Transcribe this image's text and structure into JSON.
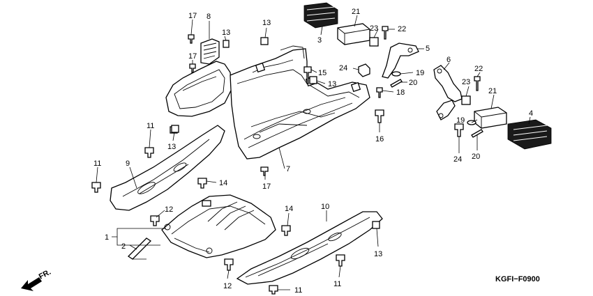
{
  "diagram": {
    "code": "KGFI−F0900",
    "direction_label": "FR.",
    "callouts": [
      {
        "id": "c1",
        "text": "1"
      },
      {
        "id": "c2",
        "text": "2"
      },
      {
        "id": "c3",
        "text": "3"
      },
      {
        "id": "c4",
        "text": "4"
      },
      {
        "id": "c5",
        "text": "5"
      },
      {
        "id": "c6",
        "text": "6"
      },
      {
        "id": "c7",
        "text": "7"
      },
      {
        "id": "c8",
        "text": "8"
      },
      {
        "id": "c9",
        "text": "9"
      },
      {
        "id": "c10",
        "text": "10"
      },
      {
        "id": "c11a",
        "text": "11"
      },
      {
        "id": "c11b",
        "text": "11"
      },
      {
        "id": "c11c",
        "text": "11"
      },
      {
        "id": "c11d",
        "text": "11"
      },
      {
        "id": "c12a",
        "text": "12"
      },
      {
        "id": "c12b",
        "text": "12"
      },
      {
        "id": "c13a",
        "text": "13"
      },
      {
        "id": "c13b",
        "text": "13"
      },
      {
        "id": "c13c",
        "text": "13"
      },
      {
        "id": "c13d",
        "text": "13"
      },
      {
        "id": "c13e",
        "text": "13"
      },
      {
        "id": "c14a",
        "text": "14"
      },
      {
        "id": "c14b",
        "text": "14"
      },
      {
        "id": "c15",
        "text": "15"
      },
      {
        "id": "c16",
        "text": "16"
      },
      {
        "id": "c17a",
        "text": "17"
      },
      {
        "id": "c17b",
        "text": "17"
      },
      {
        "id": "c17c",
        "text": "17"
      },
      {
        "id": "c18",
        "text": "18"
      },
      {
        "id": "c19a",
        "text": "19"
      },
      {
        "id": "c19b",
        "text": "19"
      },
      {
        "id": "c20a",
        "text": "20"
      },
      {
        "id": "c20b",
        "text": "20"
      },
      {
        "id": "c21a",
        "text": "21"
      },
      {
        "id": "c21b",
        "text": "21"
      },
      {
        "id": "c22a",
        "text": "22"
      },
      {
        "id": "c22b",
        "text": "22"
      },
      {
        "id": "c23a",
        "text": "23"
      },
      {
        "id": "c23b",
        "text": "23"
      },
      {
        "id": "c24a",
        "text": "24"
      },
      {
        "id": "c24b",
        "text": "24"
      }
    ]
  }
}
